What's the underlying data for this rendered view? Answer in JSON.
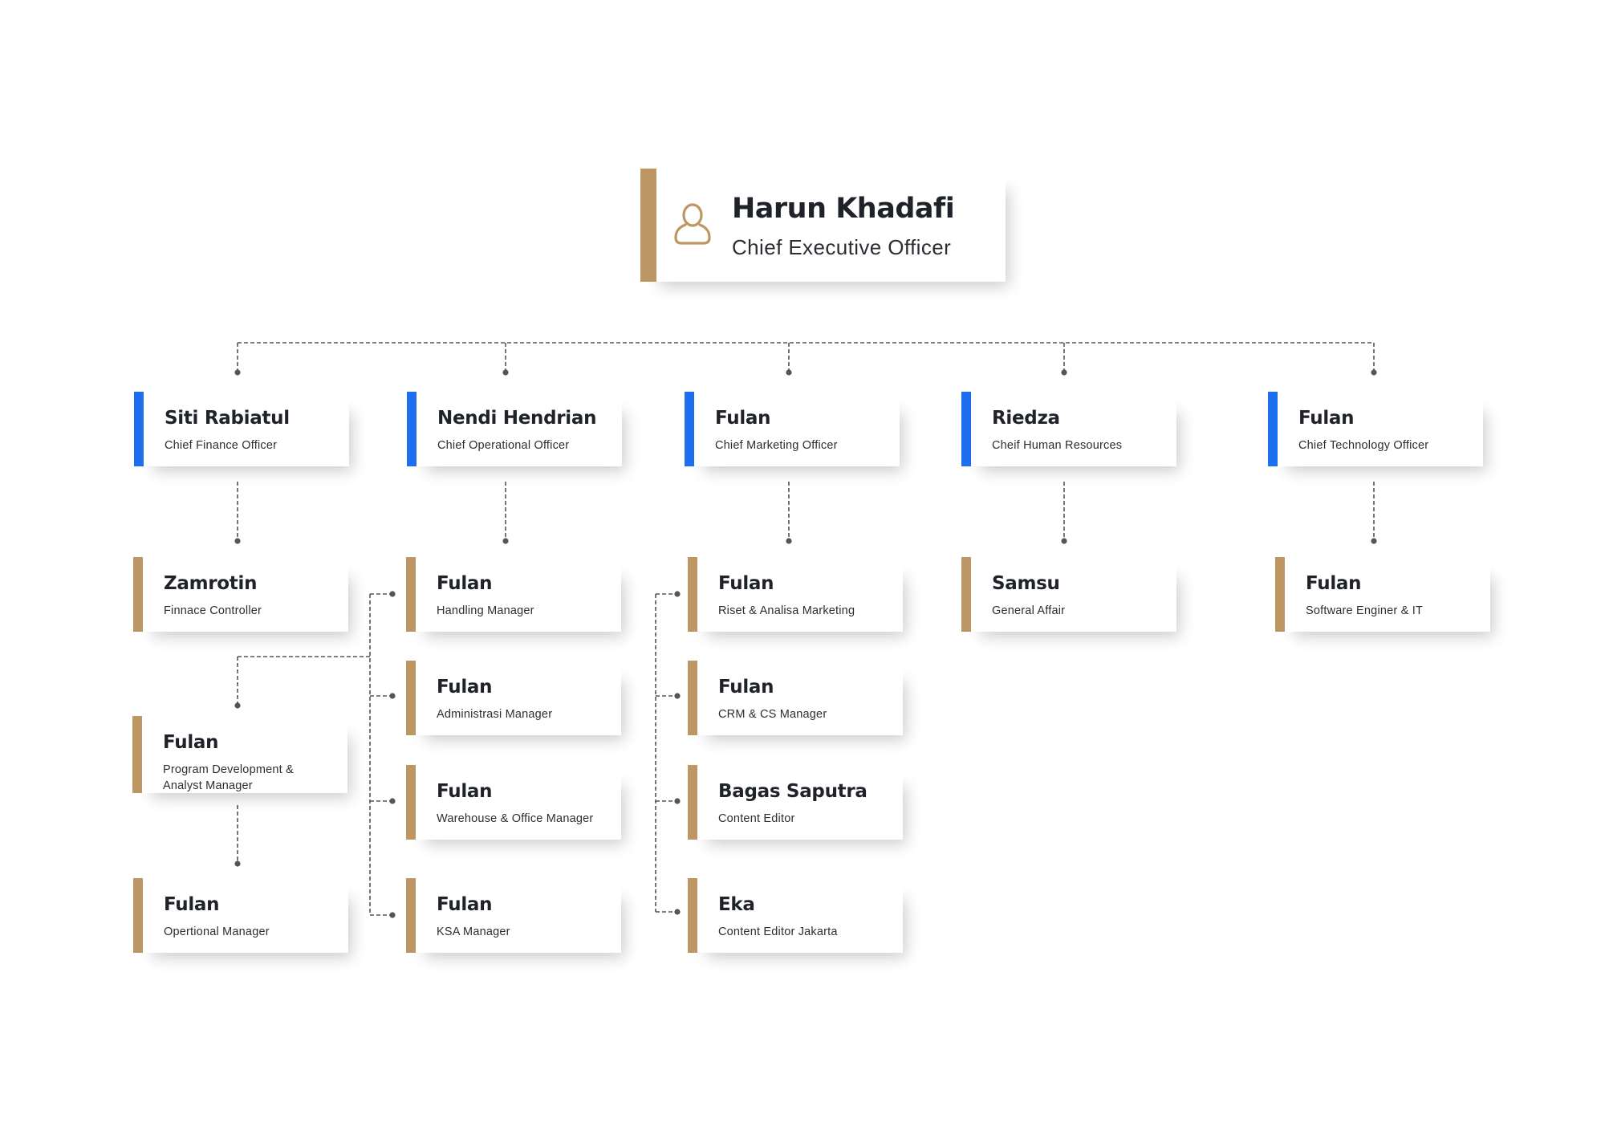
{
  "colors": {
    "executive_accent": "#1e6ef0",
    "staff_accent": "#bd9763",
    "connector": "#555555",
    "name_text": "#1f2228",
    "role_text": "#2b2e33"
  },
  "ceo": {
    "name": "Harun Khadafi",
    "role": "Chief Executive Officer",
    "icon": "person-icon"
  },
  "executives": [
    {
      "name": "Siti Rabiatul",
      "role": "Chief Finance Officer"
    },
    {
      "name": "Nendi Hendrian",
      "role": "Chief Operational Officer"
    },
    {
      "name": "Fulan",
      "role": "Chief Marketing Officer"
    },
    {
      "name": "Riedza",
      "role": "Cheif Human Resources"
    },
    {
      "name": "Fulan",
      "role": "Chief Technology Officer"
    }
  ],
  "finance": [
    {
      "name": "Zamrotin",
      "role": "Finnace Controller"
    },
    {
      "name": "Fulan",
      "role": "Program Development & Analyst Manager"
    },
    {
      "name": "Fulan",
      "role": "Opertional Manager"
    }
  ],
  "operations": [
    {
      "name": "Fulan",
      "role": "Handling Manager"
    },
    {
      "name": "Fulan",
      "role": "Administrasi Manager"
    },
    {
      "name": "Fulan",
      "role": "Warehouse & Office Manager"
    },
    {
      "name": "Fulan",
      "role": "KSA Manager"
    }
  ],
  "marketing": [
    {
      "name": "Fulan",
      "role": "Riset & Analisa Marketing"
    },
    {
      "name": "Fulan",
      "role": "CRM & CS Manager"
    },
    {
      "name": "Bagas Saputra",
      "role": "Content Editor"
    },
    {
      "name": "Eka",
      "role": "Content Editor Jakarta"
    }
  ],
  "hr": [
    {
      "name": "Samsu",
      "role": "General Affair"
    }
  ],
  "technology": [
    {
      "name": "Fulan",
      "role": "Software Enginer & IT"
    }
  ]
}
